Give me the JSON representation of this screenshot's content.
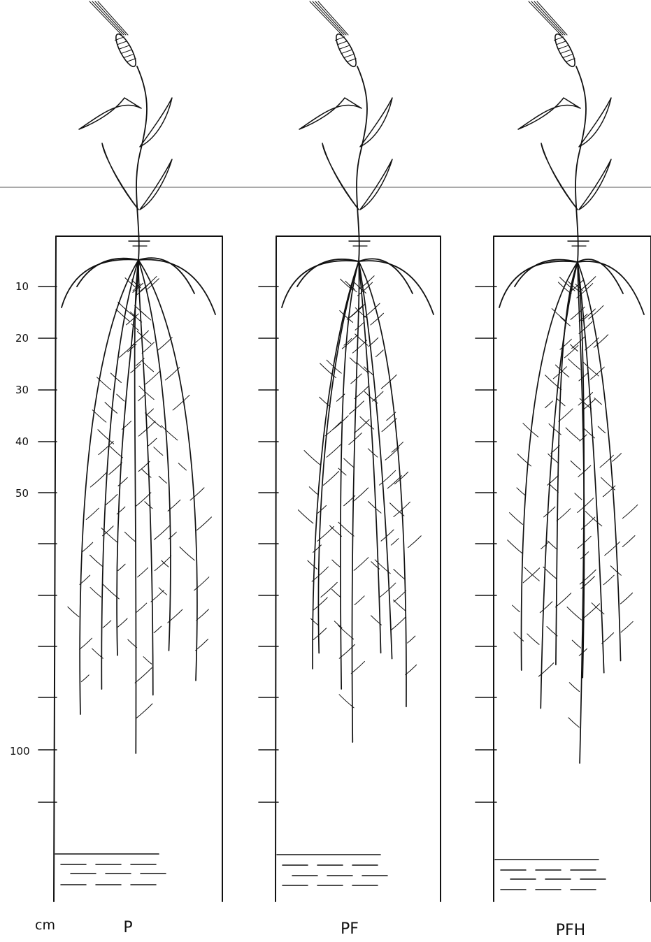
{
  "depth_axis": {
    "unit": "cm",
    "tick_labels": [
      "10",
      "20",
      "30",
      "40",
      "50",
      "100"
    ]
  },
  "panels": [
    {
      "label": "P"
    },
    {
      "label": "PF"
    },
    {
      "label": "PFH"
    }
  ]
}
